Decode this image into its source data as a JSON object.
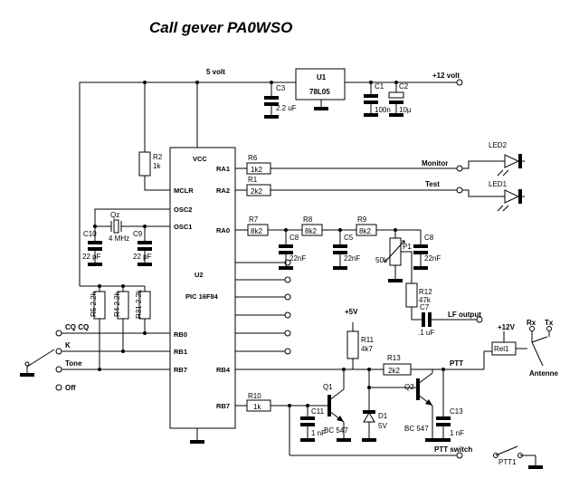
{
  "title": "Call gever PA0WSO",
  "rails": {
    "v5": "5 volt",
    "v12": "+12 volt",
    "plus5": "+5V",
    "plus12": "+12V"
  },
  "regulator": {
    "ref": "U1",
    "part": "78L05"
  },
  "mcu": {
    "ref": "U2",
    "part": "PIC 16F84",
    "pins": {
      "vcc": "VCC",
      "mclr": "MCLR",
      "osc2": "OSC2",
      "osc1": "OSC1",
      "ra1": "RA1",
      "ra2": "RA2",
      "ra0": "RA0",
      "rb4": "RB4",
      "rb7": "RB7",
      "rb0": "RB0",
      "rb1": "RB1",
      "rb7l": "RB7"
    }
  },
  "components": {
    "c3": {
      "ref": "C3",
      "value": "2.2 uF"
    },
    "c1": {
      "ref": "C1",
      "value": "100n"
    },
    "c2": {
      "ref": "C2",
      "value": "10µ"
    },
    "r2": {
      "ref": "R2",
      "value": "1k"
    },
    "r6": {
      "ref": "R6",
      "value": "1k2"
    },
    "r1": {
      "ref": "R1",
      "value": "2k2"
    },
    "qz": {
      "ref": "Qz",
      "value": "4 MHz"
    },
    "c10": {
      "ref": "C10",
      "value": "22 pF"
    },
    "c9": {
      "ref": "C9",
      "value": "22 pF"
    },
    "r7": {
      "ref": "R7",
      "value": "8k2"
    },
    "r8": {
      "ref": "R8",
      "value": "8k2"
    },
    "r9": {
      "ref": "R9",
      "value": "8k2"
    },
    "c8a": {
      "ref": "C8",
      "value": "22nF"
    },
    "c5": {
      "ref": "C5",
      "value": "22nF"
    },
    "c8b": {
      "ref": "C8",
      "value": "22nF"
    },
    "p1": {
      "ref": "P1",
      "value": "50k"
    },
    "r12": {
      "ref": "R12",
      "value": "47k"
    },
    "c7": {
      "ref": "C7",
      "value": ".1 uF"
    },
    "r5": {
      "ref": "R5",
      "value": "2.2k"
    },
    "r4": {
      "ref": "R4",
      "value": "2.2k"
    },
    "r31": {
      "ref": "R31",
      "value": "2.2k"
    },
    "r11": {
      "ref": "R11",
      "value": "4k7"
    },
    "r13": {
      "ref": "R13",
      "value": "2k2"
    },
    "r10": {
      "ref": "R10",
      "value": "1k"
    },
    "q1": {
      "ref": "Q1",
      "value": "BC 547"
    },
    "q2": {
      "ref": "Q2",
      "value": "BC 547"
    },
    "c11": {
      "ref": "C11",
      "value": "1 nF"
    },
    "c13": {
      "ref": "C13",
      "value": "1 nF"
    },
    "d1": {
      "ref": "D1",
      "value": "5V"
    },
    "rel1": {
      "ref": "Rel1"
    },
    "led1": {
      "ref": "LED1"
    },
    "led2": {
      "ref": "LED2"
    },
    "ptt1": {
      "ref": "PTT1"
    }
  },
  "signals": {
    "monitor": "Monitor",
    "test": "Test",
    "lf_output": "LF output",
    "ptt": "PTT",
    "ptt_switch": "PTT switch",
    "cq": "CQ CQ",
    "k": "K",
    "tone": "Tone",
    "off": "Off",
    "rx": "Rx",
    "tx": "Tx",
    "antenne": "Antenne"
  }
}
